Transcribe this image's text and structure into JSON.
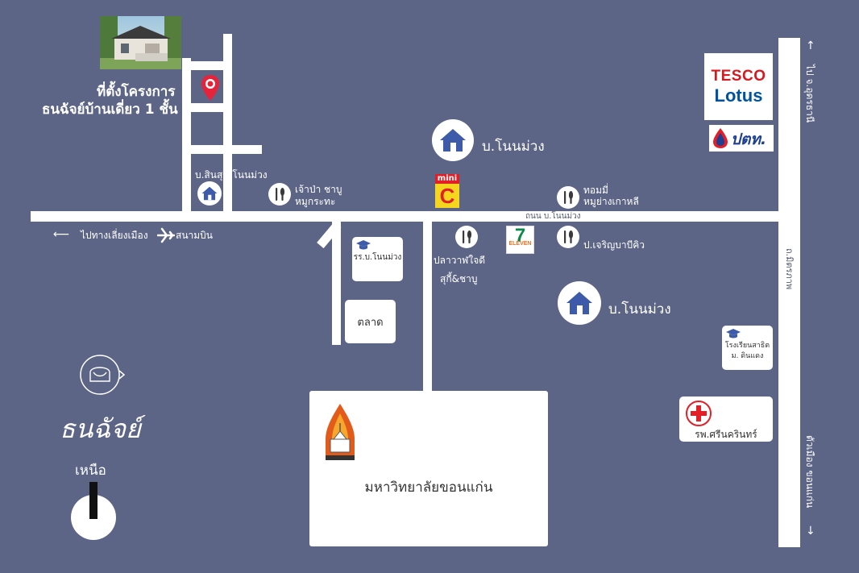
{
  "project": {
    "line1": "ที่ตั้งโครงการ",
    "line2": "ธนฉัจย์บ้านเดี่ยว 1 ชั้น"
  },
  "villages": {
    "top": "บ.โนนม่วง",
    "right": "บ.โนนม่วง",
    "small": "บ.สินสุข โนนม่วง"
  },
  "restaurants": {
    "jaopa": [
      "เจ้าป่า ชาบู",
      "หมูกระทะ"
    ],
    "tommy": [
      "ทอมมี่",
      "หมูย่างเกาหลี"
    ],
    "jaroen": "ป.เจริญบาบีคิว",
    "plawan": [
      "ปลาวาฬใจดี",
      "สุกี้&ชาบู"
    ]
  },
  "roads": {
    "main": "ถนน บ.โนนม่วง",
    "mittraphap": "ถ.มิตรภาพ"
  },
  "directions": {
    "airport": "ไปทางเลี่ยงเมือง",
    "airport2": "สนามบิน",
    "udon": "ไป จ.อุดรธานี",
    "khonkaen": "ตัวเมือง ขอนแก่น"
  },
  "schools": {
    "nonmuang": "รร.บ.โนนม่วง",
    "satit": [
      "โรงเรียนสาธิต",
      "ม. ดินแดง"
    ]
  },
  "market": "ตลาด",
  "hospital": "รพ.ศรีนครินทร์",
  "university": "มหาวิทยาลัยขอนแก่น",
  "brands": {
    "tesco": "TESCO",
    "lotus": "Lotus",
    "ptt": "ปตท.",
    "mini": "mini",
    "mini_c": "C",
    "eleven": "7",
    "eleven_sub": "ELEVEN"
  },
  "logo_text": "ธนฉัจย์",
  "north": "เหนือ",
  "colors": {
    "background": "#5d6586",
    "road": "#ffffff",
    "icon_blue": "#3d5ba9",
    "pin": "#e5243b",
    "tesco_red": "#d6181f",
    "tesco_blue": "#00539f",
    "ptt_blue": "#1c3f94",
    "mini_yellow": "#f6d51f",
    "eleven_green": "#0a8a4a",
    "eleven_orange": "#f37021",
    "hospital_red": "#e21f26",
    "kku_orange": "#e25b1a"
  },
  "icons": [
    "house-icon",
    "fork-knife-icon",
    "school-cap-icon",
    "airplane-icon",
    "map-pin-icon",
    "hospital-cross-icon"
  ]
}
